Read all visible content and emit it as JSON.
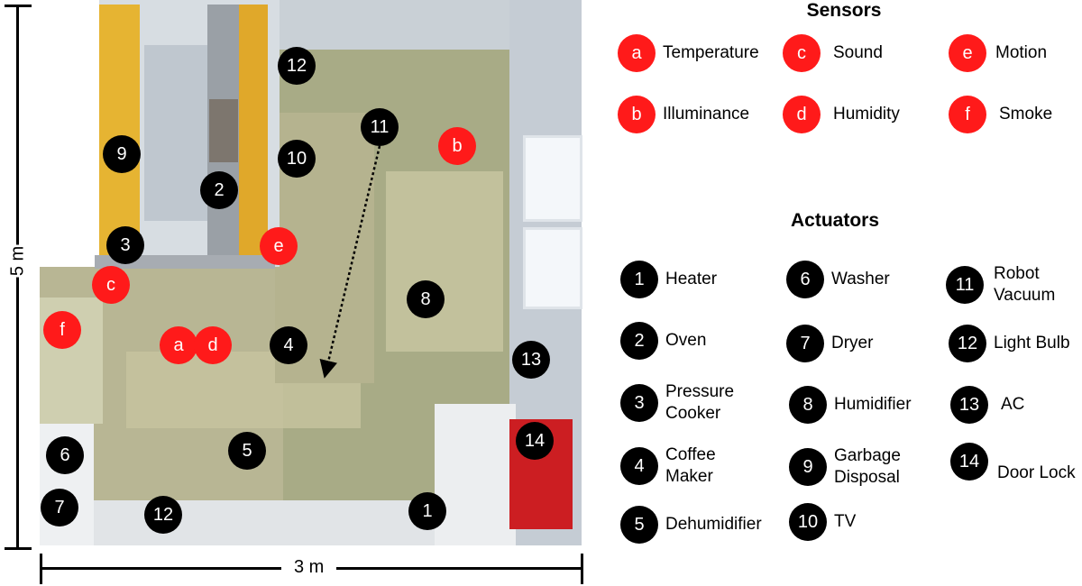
{
  "dimensions": {
    "height_label": "5 m",
    "width_label": "3 m"
  },
  "sensors": {
    "heading": "Sensors",
    "items": [
      {
        "key": "a",
        "name": "Temperature"
      },
      {
        "key": "b",
        "name": "Illuminance"
      },
      {
        "key": "c",
        "name": "Sound"
      },
      {
        "key": "d",
        "name": "Humidity"
      },
      {
        "key": "e",
        "name": "Motion"
      },
      {
        "key": "f",
        "name": "Smoke"
      }
    ]
  },
  "actuators": {
    "heading": "Actuators",
    "items": [
      {
        "key": "1",
        "name": "Heater"
      },
      {
        "key": "2",
        "name": "Oven"
      },
      {
        "key": "3",
        "name": "Pressure\nCooker"
      },
      {
        "key": "4",
        "name": "Coffee\nMaker"
      },
      {
        "key": "5",
        "name": "Dehumidifier"
      },
      {
        "key": "6",
        "name": "Washer"
      },
      {
        "key": "7",
        "name": "Dryer"
      },
      {
        "key": "8",
        "name": "Humidifier"
      },
      {
        "key": "9",
        "name": "Garbage\nDisposal"
      },
      {
        "key": "10",
        "name": "TV"
      },
      {
        "key": "11",
        "name": "Robot\nVacuum"
      },
      {
        "key": "12",
        "name": "Light Bulb"
      },
      {
        "key": "13",
        "name": "AC"
      },
      {
        "key": "14",
        "name": "Door Lock"
      }
    ]
  },
  "colors": {
    "sensor": "#ff1a1a",
    "actuator": "#000000"
  },
  "plan_markers": {
    "sensors": [
      "a",
      "b",
      "c",
      "d",
      "e",
      "f"
    ],
    "actuators": [
      "1",
      "2",
      "3",
      "4",
      "5",
      "6",
      "7",
      "8",
      "9",
      "10",
      "11",
      "12",
      "12",
      "13",
      "14"
    ]
  }
}
